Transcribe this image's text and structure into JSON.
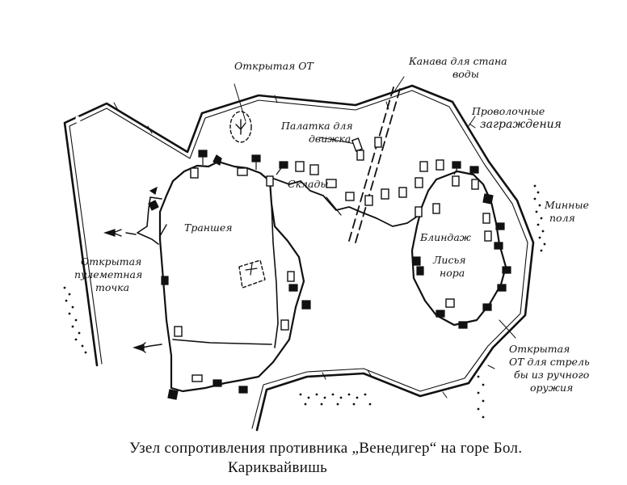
{
  "labels": {
    "open_ot_top": "Открытая ОТ",
    "ditch_line1": "Канава для стана",
    "ditch_line2": "воды",
    "wire_line1": "Проволочные",
    "wire_line2": "заграждения",
    "tent_line1": "Палатка для",
    "tent_line2": "движка",
    "stores": "Склады",
    "trench": "Траншея",
    "mines_line1": "Минные",
    "mines_line2": "поля",
    "mg_line1": "Открытая",
    "mg_line2": "пулеметная",
    "mg_line3": "точка",
    "dugout": "Блиндаж",
    "foxhole_line1": "Лисья",
    "foxhole_line2": "нора",
    "small_ot_line1": "Открытая",
    "small_ot_line2": "ОТ для стрель",
    "small_ot_line3": "бы из ручного",
    "small_ot_line4": "оружия"
  },
  "caption": {
    "line1": "Узел сопротивления противника „Венедигер“ на горе Бол.",
    "line2": "Кариквайвишь"
  }
}
